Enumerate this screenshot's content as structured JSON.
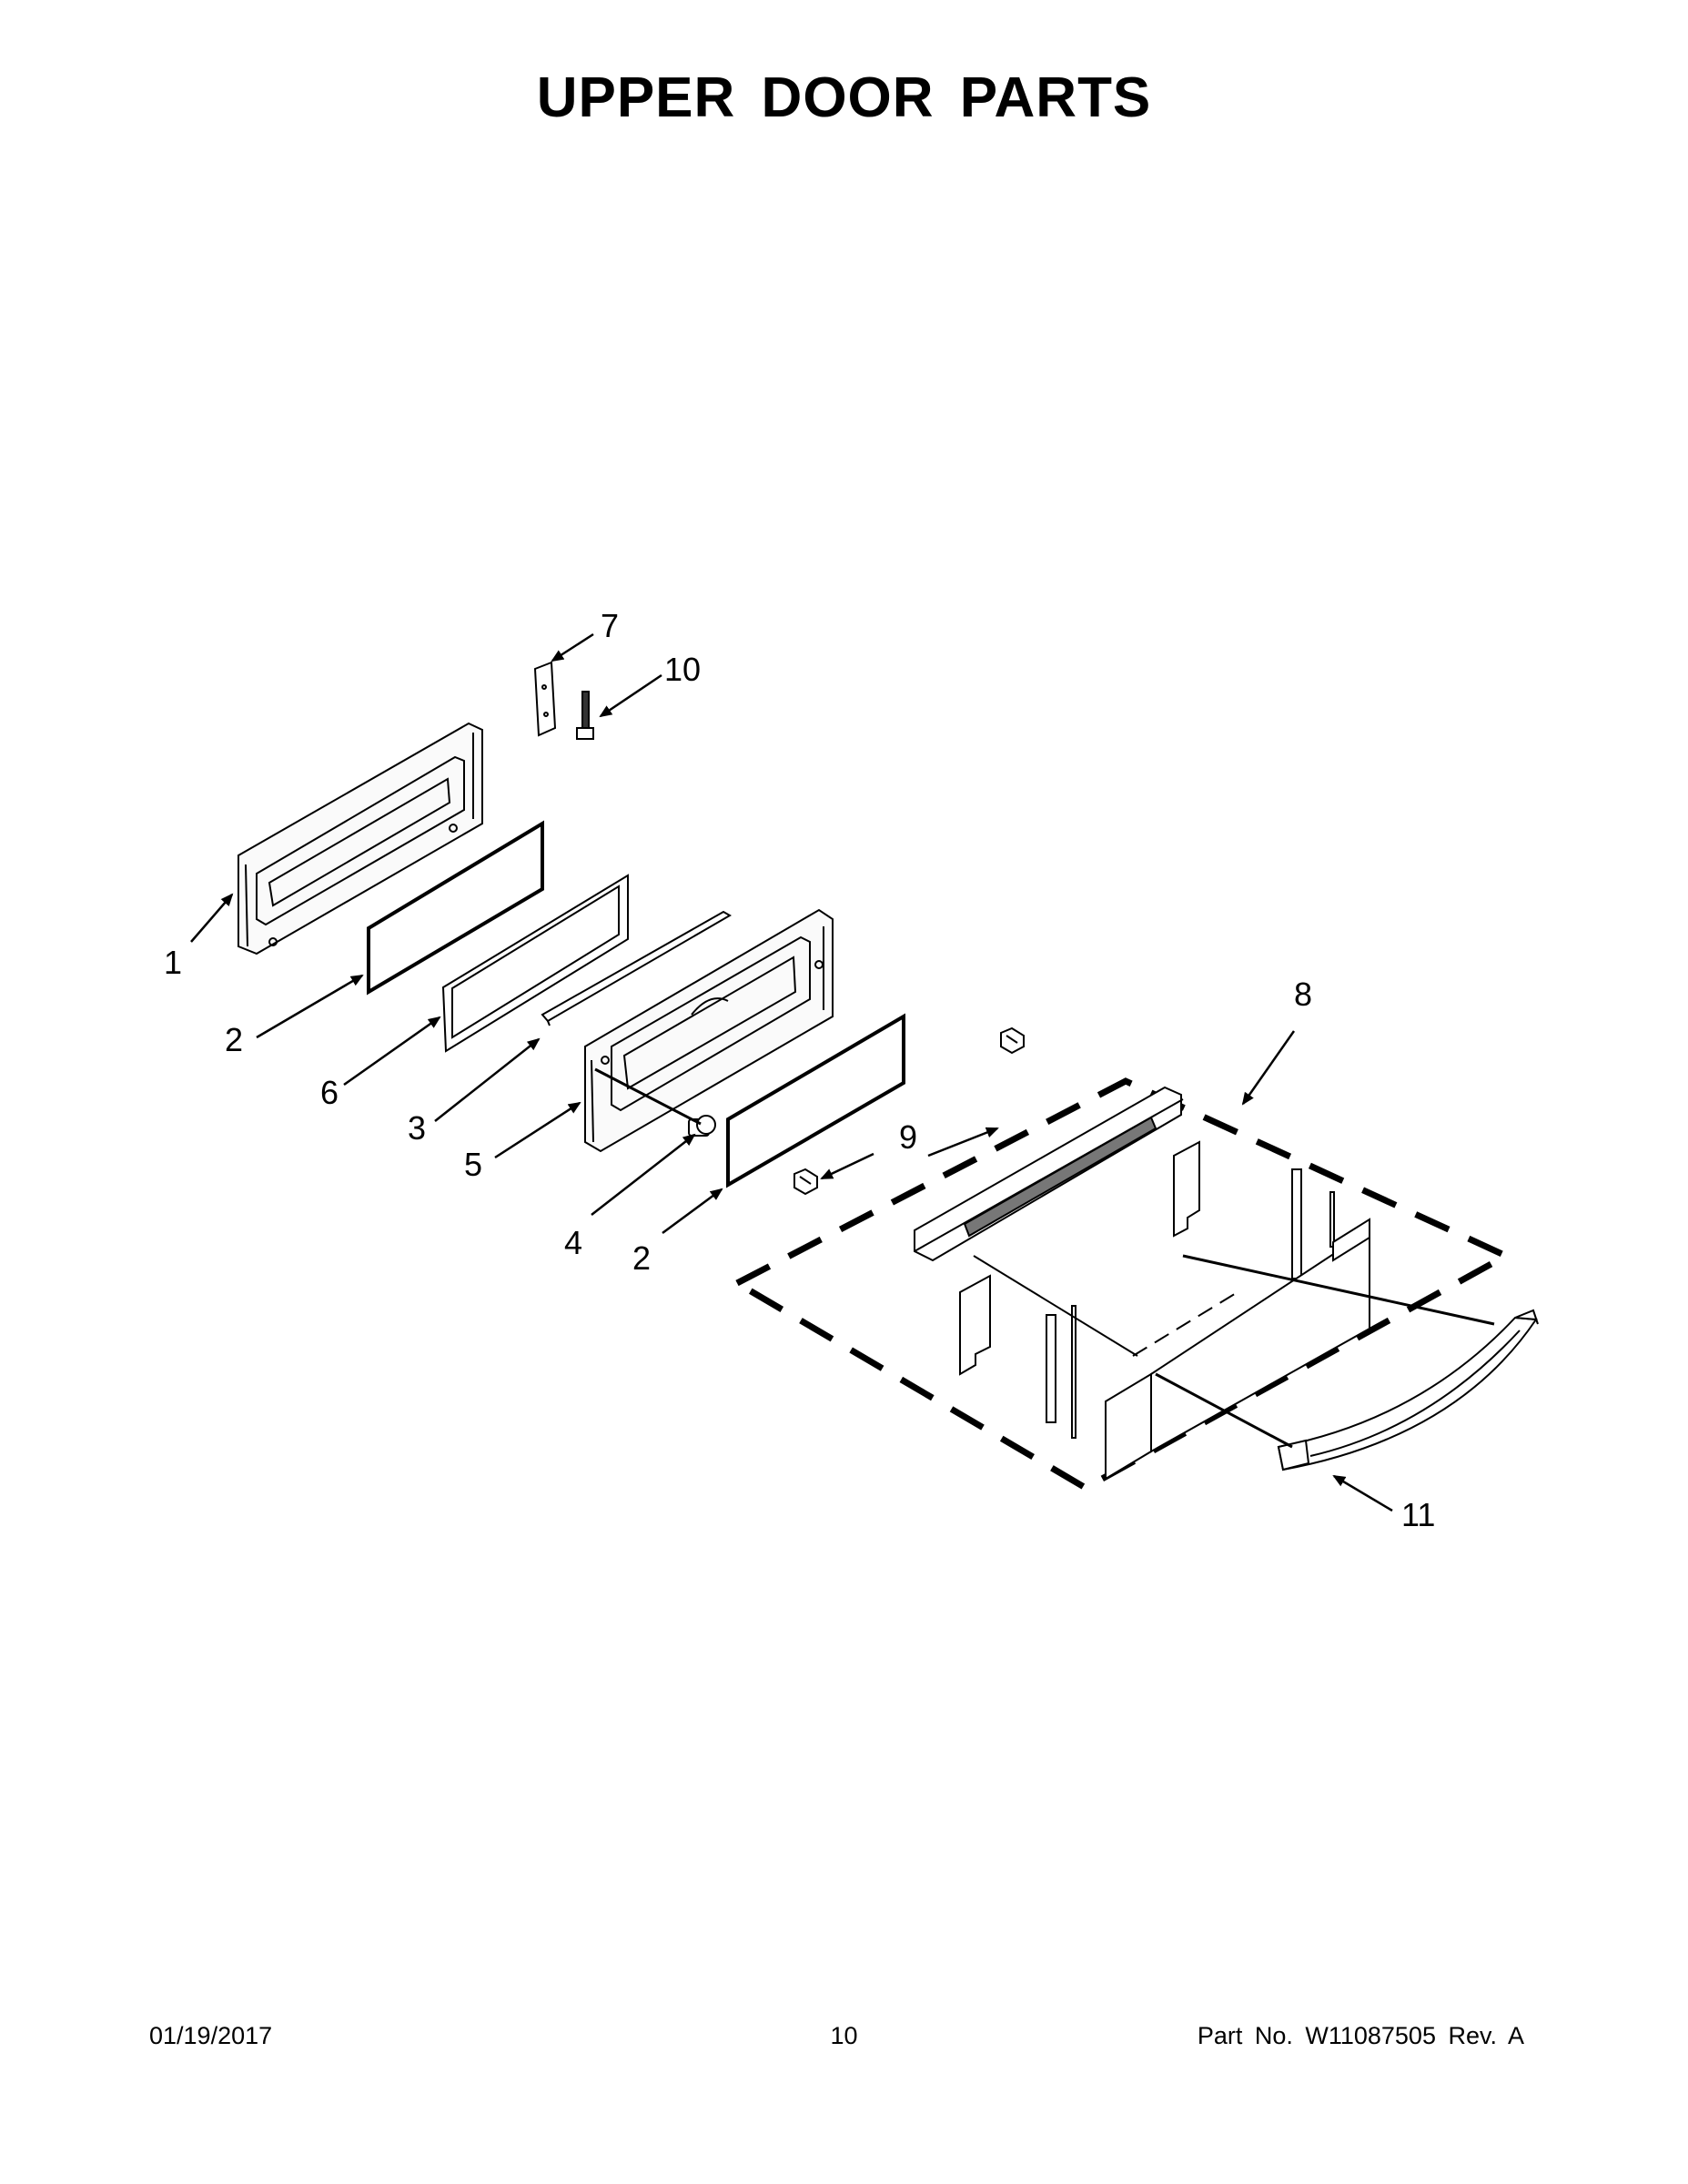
{
  "title": "UPPER DOOR PARTS",
  "callouts": [
    {
      "id": "1",
      "label": "1"
    },
    {
      "id": "2a",
      "label": "2"
    },
    {
      "id": "6",
      "label": "6"
    },
    {
      "id": "3",
      "label": "3"
    },
    {
      "id": "5",
      "label": "5"
    },
    {
      "id": "4",
      "label": "4"
    },
    {
      "id": "2b",
      "label": "2"
    },
    {
      "id": "7",
      "label": "7"
    },
    {
      "id": "10",
      "label": "10"
    },
    {
      "id": "8",
      "label": "8"
    },
    {
      "id": "9",
      "label": "9"
    },
    {
      "id": "11",
      "label": "11"
    }
  ],
  "footer": {
    "date": "01/19/2017",
    "page": "10",
    "part": "Part No.  W11087505  Rev.  A"
  }
}
